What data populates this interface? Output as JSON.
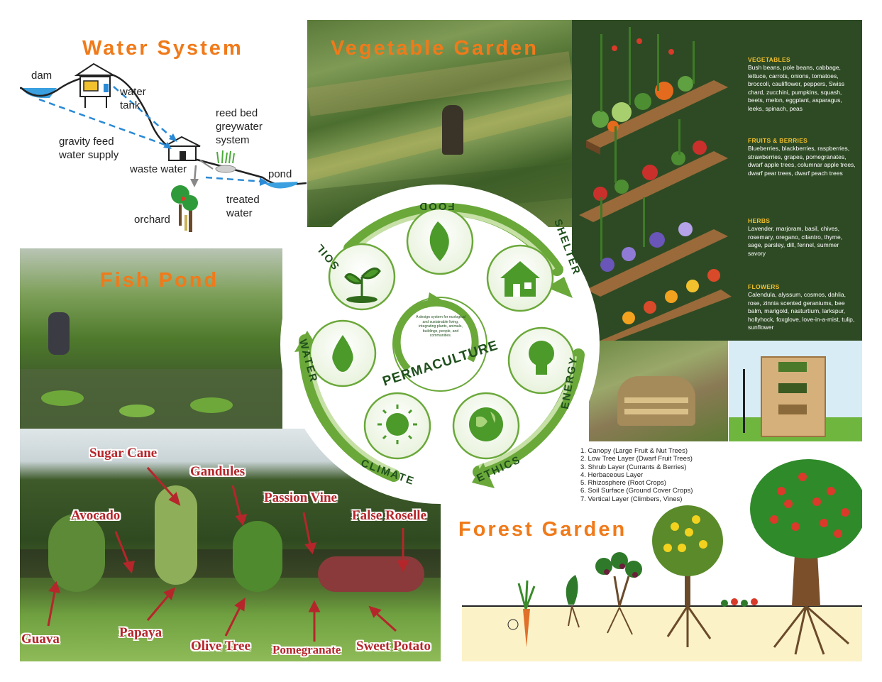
{
  "water_system": {
    "title": "Water System",
    "labels": {
      "dam": "dam",
      "water_tank_1": "water",
      "water_tank_2": "tank",
      "reed_bed_1": "reed bed",
      "reed_bed_2": "greywater",
      "reed_bed_3": "system",
      "gravity_1": "gravity feed",
      "gravity_2": "water supply",
      "waste_water": "waste water",
      "pond": "pond",
      "treated_1": "treated",
      "treated_2": "water",
      "orchard": "orchard"
    }
  },
  "vegetable_garden": {
    "title": "Vegetable Garden",
    "sections": [
      {
        "heading": "VEGETABLES",
        "items": "Bush beans, pole beans, cabbage, lettuce, carrots, onions, tomatoes, broccoli, cauliflower, peppers, Swiss chard, zucchini, pumpkins, squash, beets, melon, eggplant, asparagus, leeks, spinach, peas"
      },
      {
        "heading": "FRUITS & BERRIES",
        "items": "Blueberries, blackberries, raspberries, strawberries, grapes, pomegranates, dwarf apple trees, columnar apple trees, dwarf pear trees, dwarf peach trees"
      },
      {
        "heading": "HERBS",
        "items": "Lavender, marjoram, basil, chives, rosemary, oregano, cilantro, thyme, sage, parsley, dill, fennel, summer savory"
      },
      {
        "heading": "FLOWERS",
        "items": "Calendula, alyssum, cosmos, dahlia, rose, zinnia scented geraniums, bee balm, marigold, nasturtium, larkspur, hollyhock, foxglove, love-in-a-mist, tulip, sunflower"
      }
    ]
  },
  "fish_pond": {
    "title": "Fish Pond"
  },
  "permaculture": {
    "center_title": "PERMACULTURE",
    "center_desc": "A design system for ecological and sustainable living, integrating plants, animals, buildings, people, and communities.",
    "elements": [
      "FOOD",
      "SHELTER",
      "ENERGY",
      "ETHICS",
      "CLIMATE",
      "WATER",
      "SOIL"
    ]
  },
  "forest_garden": {
    "title": "Forest Garden",
    "layers": [
      "1. Canopy (Large Fruit & Nut Trees)",
      "2. Low Tree Layer (Dwarf Fruit Trees)",
      "3. Shrub Layer (Currants & Berries)",
      "4. Herbaceous Layer",
      "5. Rhizosphere (Root Crops)",
      "6. Soil Surface (Ground Cover Crops)",
      "7. Vertical Layer (Climbers, Vines)"
    ]
  },
  "food_forest": {
    "labels": {
      "sugar_cane": "Sugar Cane",
      "gandules": "Gandules",
      "passion_vine": "Passion Vine",
      "avocado": "Avocado",
      "false_roselle": "False Roselle",
      "guava": "Guava",
      "papaya": "Papaya",
      "olive_tree": "Olive Tree",
      "pomegranate": "Pomegranate",
      "sweet_potato": "Sweet Potato"
    }
  },
  "colors": {
    "orange_title": "#f07a1a",
    "label_red": "#b5262b",
    "dark_green": "#2e4a24",
    "cycle_green": "#6aa83a",
    "water_blue": "#2b8ad6"
  }
}
